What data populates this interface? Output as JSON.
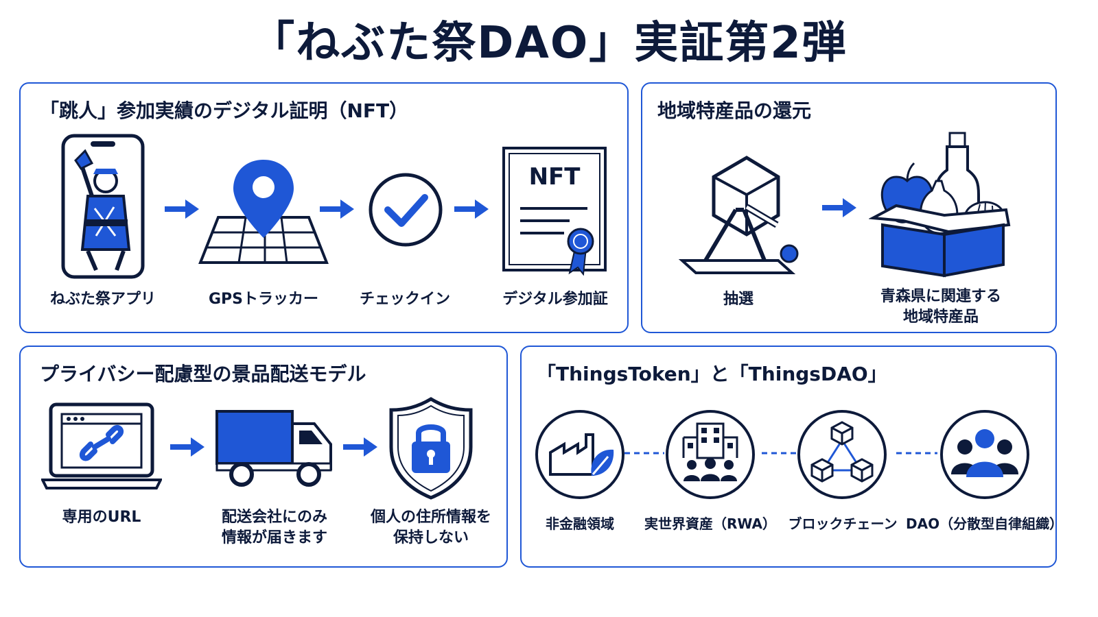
{
  "title": "「ねぶた祭DAO」実証第2弾",
  "colors": {
    "accent": "#1f57d6",
    "ink": "#0d1a3a"
  },
  "panel_nft": {
    "title": "「跳人」参加実績のデジタル証明（NFT）",
    "steps": [
      {
        "icon": "smartphone-nebuta-icon",
        "label": "ねぶた祭アプリ"
      },
      {
        "icon": "map-pin-icon",
        "label": "GPSトラッカー"
      },
      {
        "icon": "checkmark-circle-icon",
        "label": "チェックイン"
      },
      {
        "icon": "nft-certificate-icon",
        "label": "デジタル参加証",
        "badge": "NFT"
      }
    ]
  },
  "panel_local": {
    "title": "地域特産品の還元",
    "steps": [
      {
        "icon": "lottery-drum-icon",
        "label": "抽選"
      },
      {
        "icon": "produce-box-icon",
        "label_lines": [
          "青森県に関連する",
          "地域特産品"
        ]
      }
    ]
  },
  "panel_privacy": {
    "title": "プライバシー配慮型の景品配送モデル",
    "steps": [
      {
        "icon": "laptop-link-icon",
        "label": "専用のURL"
      },
      {
        "icon": "delivery-truck-icon",
        "label_lines": [
          "配送会社にのみ",
          "情報が届きます"
        ]
      },
      {
        "icon": "shield-lock-icon",
        "label_lines": [
          "個人の住所情報を",
          "保持しない"
        ]
      }
    ]
  },
  "panel_things": {
    "title": "「ThingsToken」と「ThingsDAO」",
    "nodes": [
      {
        "icon": "factory-leaf-icon",
        "label": "非金融領域"
      },
      {
        "icon": "building-people-icon",
        "label": "実世界資産（RWA）"
      },
      {
        "icon": "blockchain-cubes-icon",
        "label": "ブロックチェーン"
      },
      {
        "icon": "people-group-icon",
        "label": "DAO（分散型自律組織）"
      }
    ]
  }
}
